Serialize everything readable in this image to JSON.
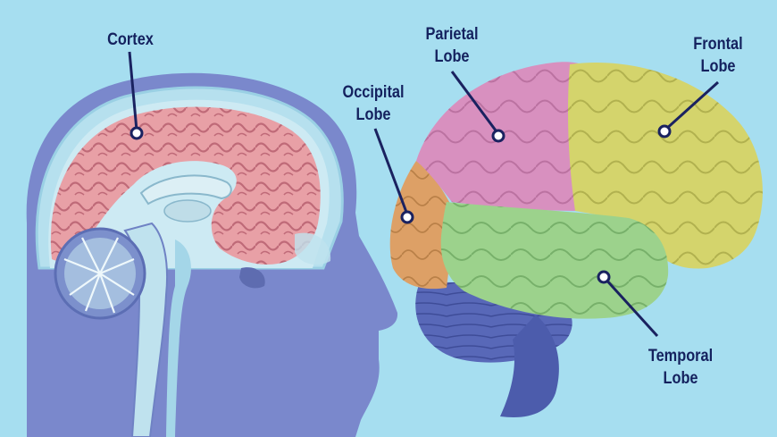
{
  "labels": {
    "cortex": "Cortex",
    "parietal": {
      "line1": "Parietal",
      "line2": "Lobe"
    },
    "occipital": {
      "line1": "Occipital",
      "line2": "Lobe"
    },
    "frontal": {
      "line1": "Frontal",
      "line2": "Lobe"
    },
    "temporal": {
      "line1": "Temporal",
      "line2": "Lobe"
    }
  },
  "colors": {
    "background": "#a6def0",
    "head": "#7a88cc",
    "cortex": "#e8a0a6",
    "parietal": "#d890bf",
    "frontal": "#d4d46c",
    "temporal": "#9cd28c",
    "occipital": "#dda066",
    "cerebellum": "#5868b8",
    "label_text": "#14215e"
  }
}
